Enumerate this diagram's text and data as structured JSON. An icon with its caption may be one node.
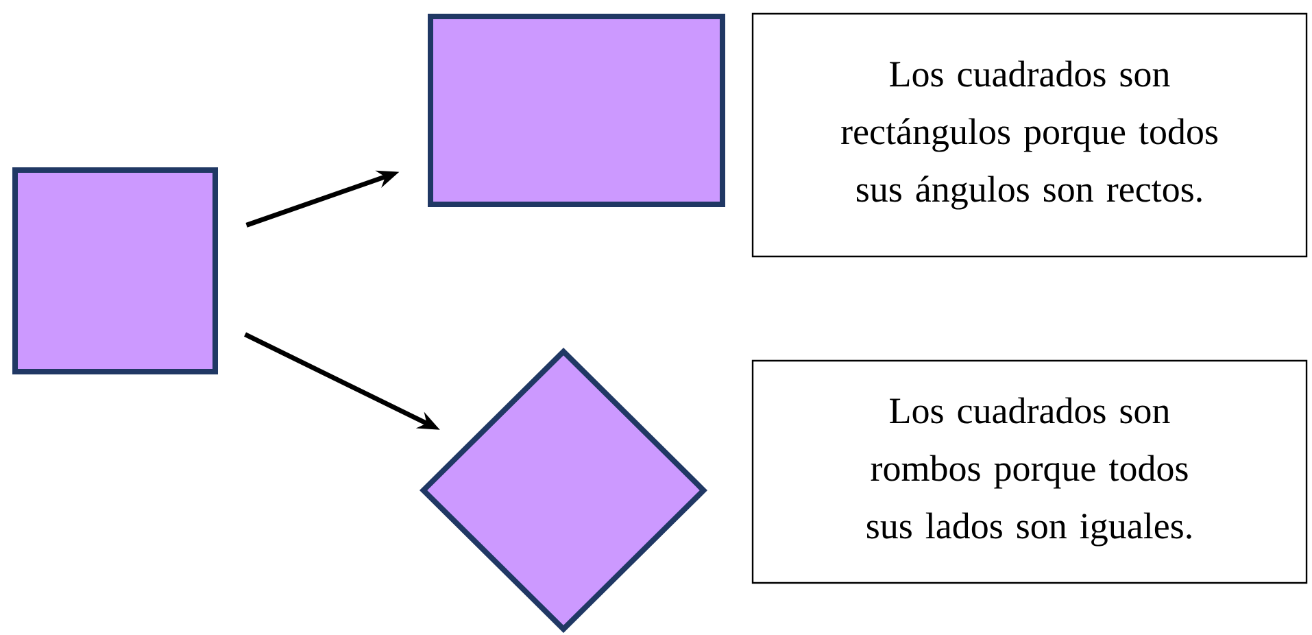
{
  "diagram": {
    "nodes": [
      {
        "text": [],
        "shape": "box"
      },
      {
        "text": [],
        "shape": "box"
      },
      {
        "text": [],
        "shape": "diamond"
      },
      {
        "text": [
          "Los cuadrados son rectángulos porque todos sus ángulos son rectos."
        ]
      },
      {
        "text": [
          "Los cuadrados son rombos porque todos sus lados son iguales."
        ]
      }
    ],
    "edges": [
      {
        "from": 0,
        "to": 1,
        "arrow": "to"
      },
      {
        "from": 0,
        "to": 2,
        "arrow": "to"
      }
    ]
  }
}
